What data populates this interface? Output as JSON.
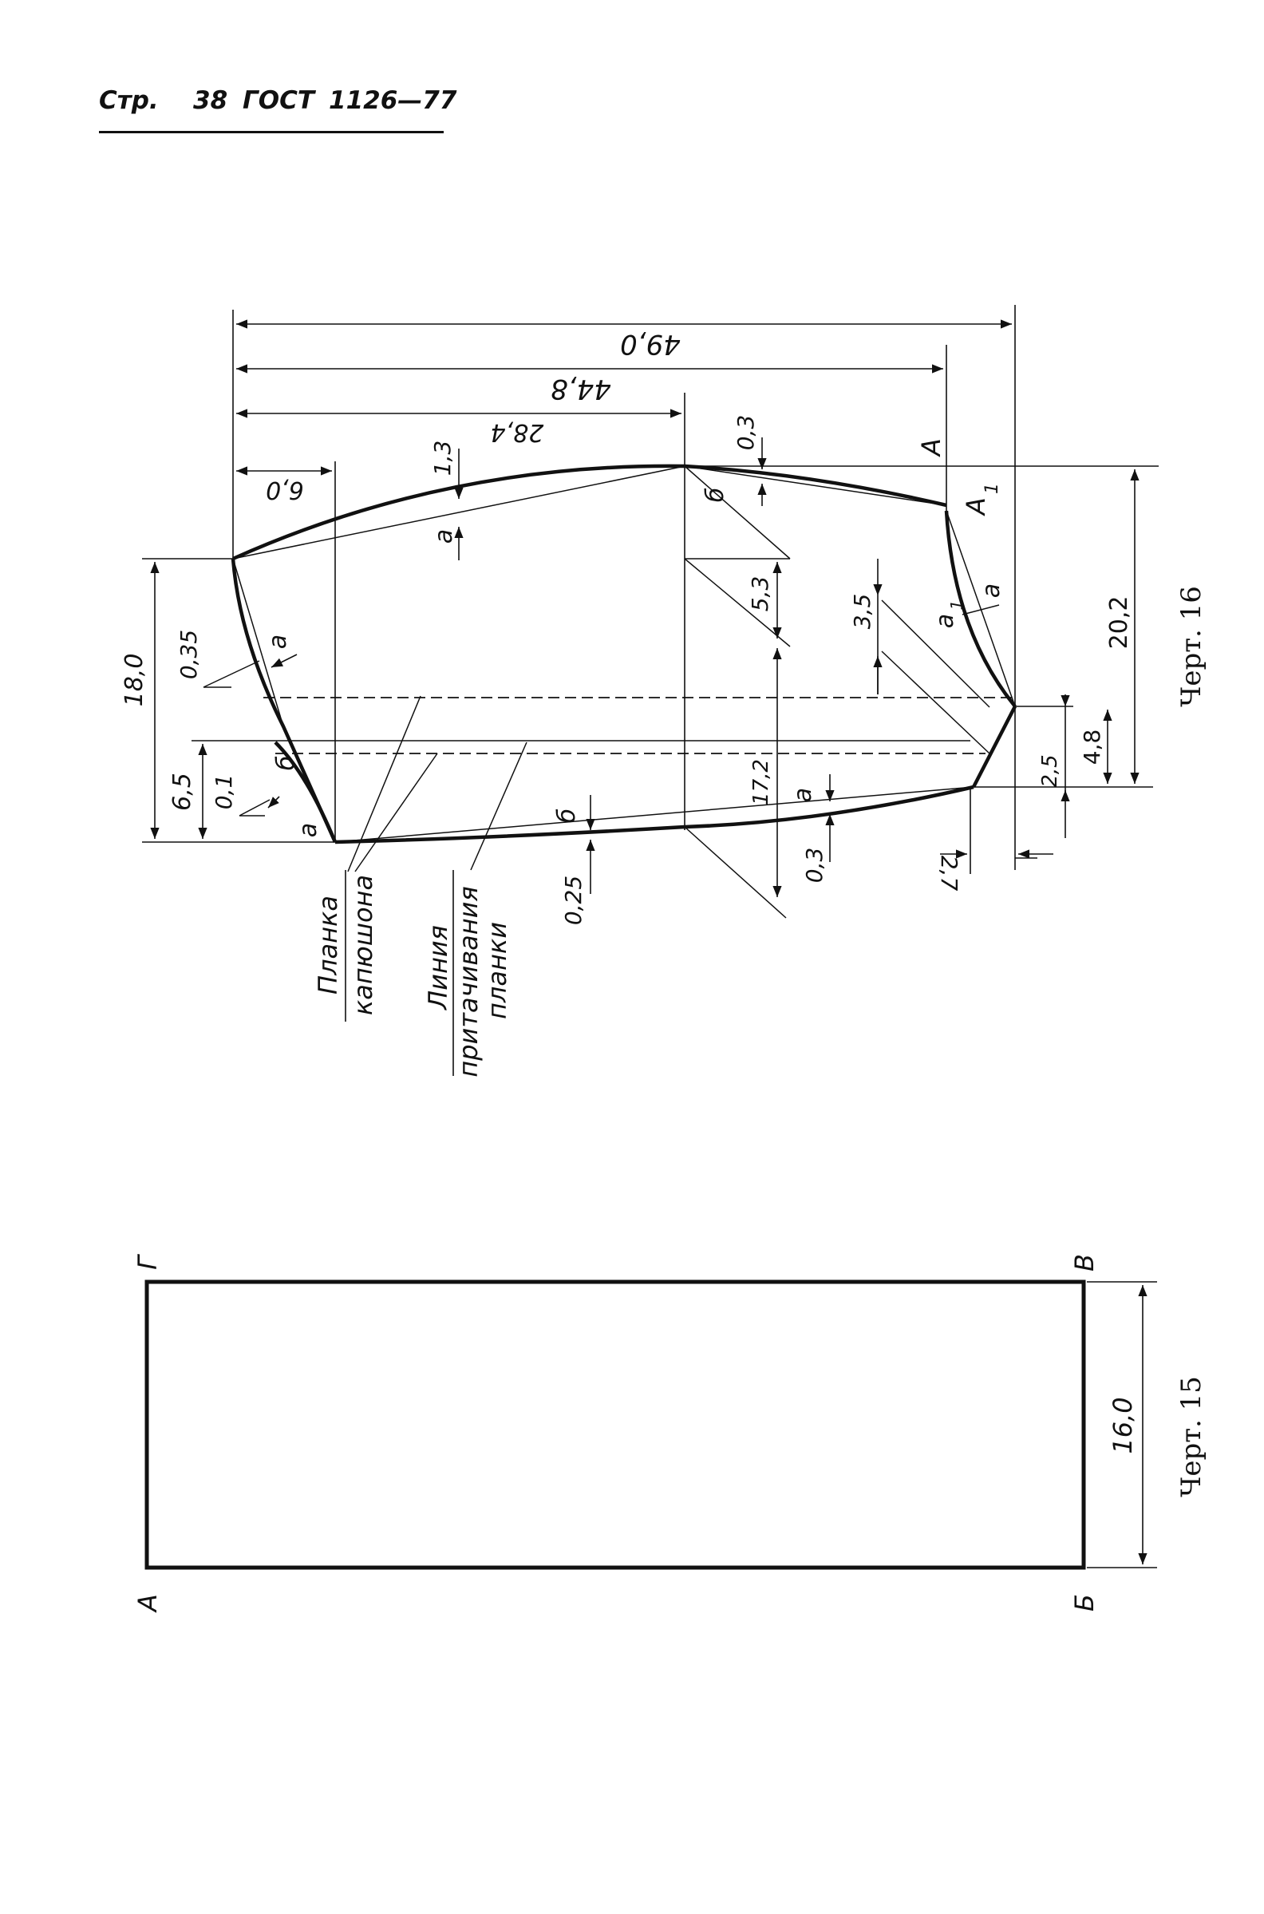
{
  "header": {
    "page_label": "Стр.",
    "page_number": "38",
    "standard": "ГОСТ",
    "standard_code": "1126—77"
  },
  "drawing16": {
    "caption": "Черт. 16",
    "dims": {
      "overall_width": "49,0",
      "width_to_A": "44,8",
      "width_to_apex": "28,4",
      "left_offset": "6,0",
      "left_height": "18,0",
      "left_lower": "6,5",
      "right_height": "20,2",
      "right_lower": "4,8",
      "right_lower_small": "2,5",
      "bottom_offset": "2,7",
      "mid_height_upper": "5,3",
      "mid_height_lower": "17,2",
      "right_inner": "3,5",
      "top_bulge": "1,3",
      "top_right_bulge": "0,3",
      "left_bulge": "0,35",
      "left_lower_bulge": "0,1",
      "bottom_bulge": "0,25",
      "bottom_right_bulge": "0,3"
    },
    "points": {
      "A": "А",
      "A1": "А",
      "A1_sub": "1"
    },
    "marks": {
      "a": "а",
      "b": "б",
      "a1": "а",
      "a1_sub": "1"
    },
    "labels": {
      "planka_line1": "Планка",
      "planka_line2": "капюшона",
      "liniya_line1": "Линия",
      "liniya_line2": "притачивания",
      "liniya_line3": "планки"
    }
  },
  "drawing15": {
    "caption": "Черт. 15",
    "height_dim": "16,0",
    "corners": {
      "top_left": "Г",
      "top_right": "В",
      "bottom_left": "А",
      "bottom_right": "Б"
    }
  }
}
